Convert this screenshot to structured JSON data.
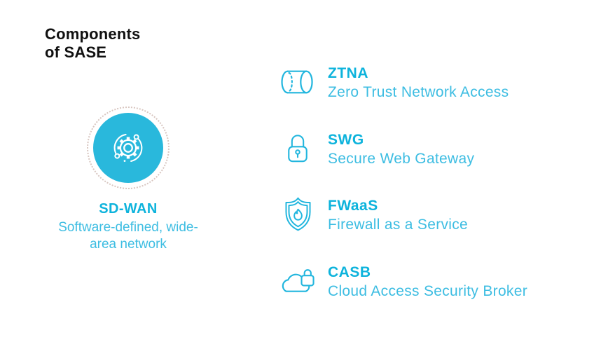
{
  "title": "Components\nof SASE",
  "colors": {
    "accent": "#0db3dc",
    "accent_light": "#3dbde2",
    "circle_fill": "#29b8dc",
    "icon_stroke": "#22b6de",
    "ring": "#d8c6c0",
    "title_text": "#111111"
  },
  "hub": {
    "icon": "gear-network-icon",
    "label": "SD-WAN",
    "description": "Software-defined, wide-area network"
  },
  "components": [
    {
      "icon": "tunnel-icon",
      "abbr": "ZTNA",
      "name": "Zero Trust Network Access"
    },
    {
      "icon": "padlock-icon",
      "abbr": "SWG",
      "name": "Secure Web Gateway"
    },
    {
      "icon": "shield-flame-icon",
      "abbr": "FWaaS",
      "name": "Firewall as a Service"
    },
    {
      "icon": "cloud-lock-icon",
      "abbr": "CASB",
      "name": "Cloud Access Security Broker"
    }
  ]
}
